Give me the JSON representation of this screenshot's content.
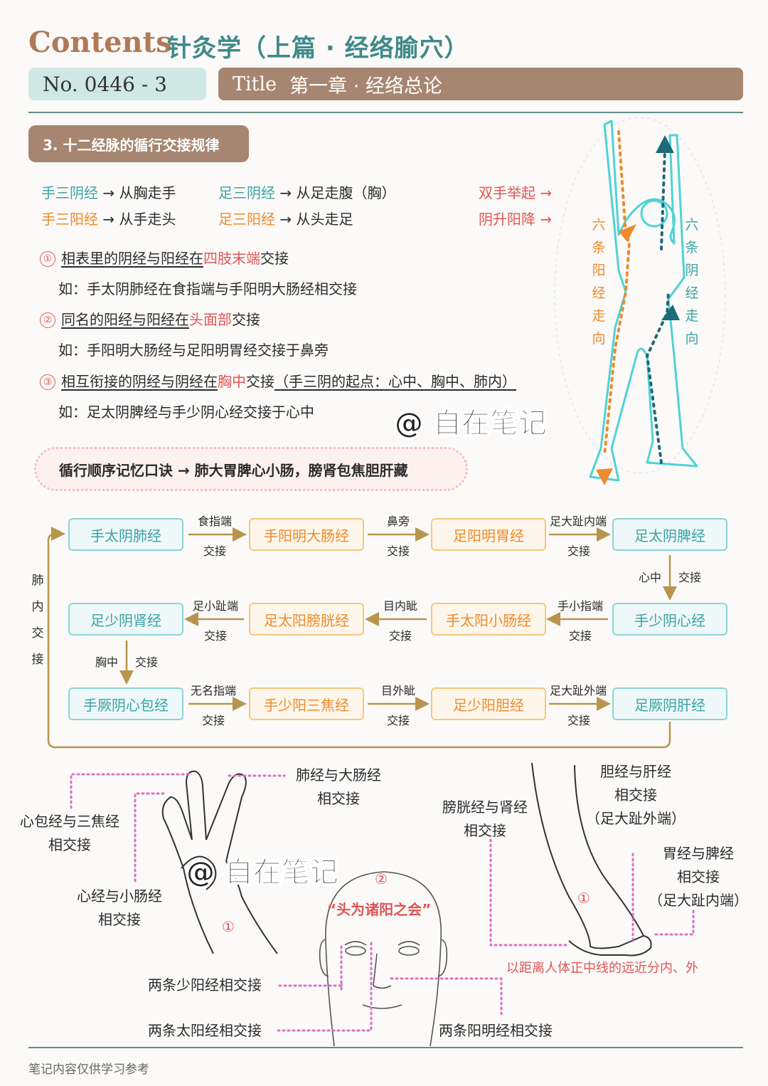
{
  "header": {
    "contents": "Contents",
    "book_title": "针灸学（上篇 · 经络腧穴）",
    "no_label": "No. 0446 - 3",
    "title_label": "Title",
    "title_text": "第一章 · 经络总论"
  },
  "section": {
    "title": "3. 十二经脉的循行交接规律"
  },
  "rules": [
    {
      "meridian": "手三阴经",
      "arrow": "→",
      "path": "从胸走手"
    },
    {
      "meridian": "手三阳经",
      "arrow": "→",
      "path": "从手走头"
    },
    {
      "meridian": "足三阴经",
      "arrow": "→",
      "path": "从足走腹（胸）"
    },
    {
      "meridian": "足三阳经",
      "arrow": "→",
      "path": "从头走足"
    }
  ],
  "side_notes": [
    "双手举起 →",
    "阴升阳降 →"
  ],
  "points": [
    {
      "num": "①",
      "pre": "相表里的阴经与阳经在",
      "hl": "四肢末端",
      "post": "交接",
      "extra": "",
      "example": "如：手太阴肺经在食指端与手阳明大肠经相交接"
    },
    {
      "num": "②",
      "pre": "同名的阳经与阳经在",
      "hl": "头面部",
      "post": "交接",
      "extra": "",
      "example": "如：手阳明大肠经与足阳明胃经交接于鼻旁"
    },
    {
      "num": "③",
      "pre": "相互衔接的阴经与阴经在",
      "hl": "胸中",
      "post": "交接",
      "extra": "（手三阴的起点：心中、胸中、肺内）",
      "example": "如：足太阴脾经与手少阴心经交接于心中"
    }
  ],
  "watermark": "@ 自在笔记",
  "figure_labels": {
    "left": "六条阳经走向",
    "right": "六条阴经走向"
  },
  "mnemonic": "循行顺序记忆口诀 → 肺大胃脾心小肠，膀肾包焦胆肝藏",
  "flow": {
    "nodes": [
      "手太阴肺经",
      "手阳明大肠经",
      "足阳明胃经",
      "足太阴脾经",
      "手少阴心经",
      "手太阳小肠经",
      "足太阳膀胱经",
      "足少阴肾经",
      "手厥阴心包经",
      "手少阳三焦经",
      "足少阳胆经",
      "足厥阴肝经"
    ],
    "edges": [
      {
        "place": "食指端",
        "word": "交接"
      },
      {
        "place": "鼻旁",
        "word": "交接"
      },
      {
        "place": "足大趾内端",
        "word": "交接"
      },
      {
        "place": "心中",
        "word": "交接"
      },
      {
        "place": "手小指端",
        "word": "交接"
      },
      {
        "place": "目内眦",
        "word": "交接"
      },
      {
        "place": "足小趾端",
        "word": "交接"
      },
      {
        "place": "胸中",
        "word": "交接"
      },
      {
        "place": "无名指端",
        "word": "交接"
      },
      {
        "place": "目外眦",
        "word": "交接"
      },
      {
        "place": "足大趾外端",
        "word": "交接"
      }
    ],
    "loop_label": "肺内交接"
  },
  "illustrations": {
    "hand": {
      "lung": "肺经与大肠经\n相交接",
      "pericardium": "心包经与三焦经\n相交接",
      "heart": "心经与小肠经\n相交接",
      "num": "①"
    },
    "head": {
      "num": "②",
      "quote": "“头为诸阳之会”",
      "shaoyang": "两条少阳经相交接",
      "taiyang": "两条太阳经相交接",
      "yangming": "两条阳明经相交接"
    },
    "foot": {
      "gb": "胆经与肝经\n相交接\n（足大趾外端）",
      "bl": "膀胱经与肾经\n相交接",
      "st": "胃经与脾经\n相交接\n（足大趾内端）",
      "num": "①",
      "note": "以距离人体正中线的远近分内、外"
    }
  },
  "footer": "笔记内容仅供学习参考",
  "colors": {
    "teal": "#3aa3a6",
    "orange": "#ee8a2b",
    "red": "#e05555",
    "brown": "#a68670",
    "gold": "#b8954e"
  }
}
